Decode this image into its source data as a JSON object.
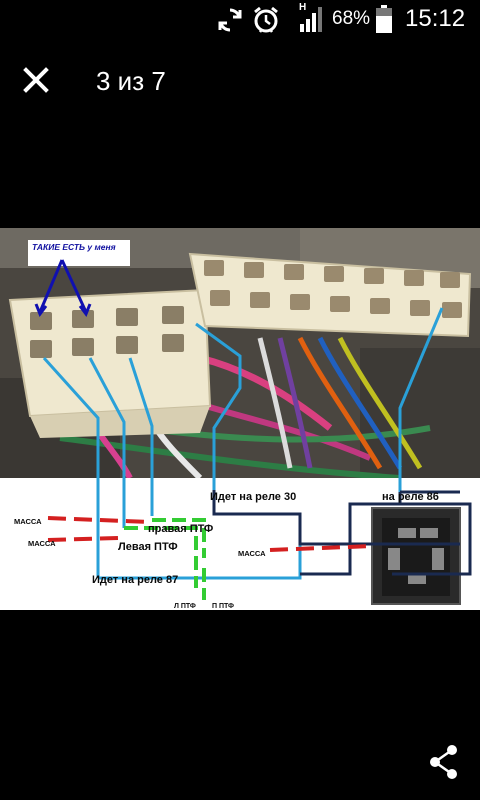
{
  "status_bar": {
    "network_label": "H",
    "battery_percent": "68%",
    "time": "15:12"
  },
  "viewer": {
    "counter": "3 из 7",
    "close_icon": "close-icon",
    "share_icon": "share-icon"
  },
  "image": {
    "labels": {
      "top_left": "ТАКИЕ ЕСТЬ у меня",
      "relay30": "Идет на реле 30",
      "relay86": "на реле 86",
      "right_fog": "правая ПТФ",
      "left_fog": "Левая ПТФ",
      "relay87": "Идет на реле 87",
      "massa1": "МАССА",
      "massa2": "МАССА",
      "massa3": "МАССА",
      "l_ptf": "Л ПТФ",
      "p_ptf": "П ПТФ"
    }
  }
}
